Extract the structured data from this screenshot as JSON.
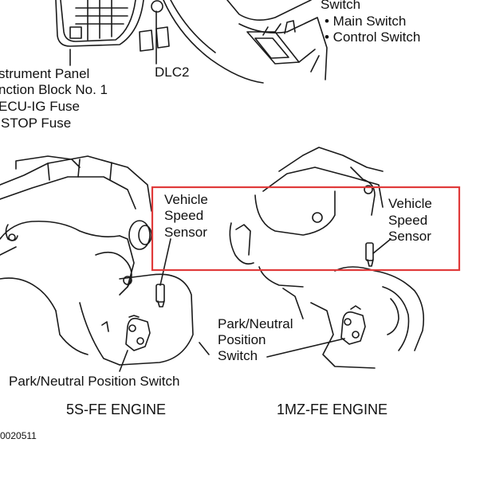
{
  "top_labels": {
    "switch_title": "Switch",
    "main_switch": "• Main Switch",
    "control_switch": "• Control Switch",
    "dlc2": "DLC2",
    "instrument_panel": "strument Panel",
    "junction_block": "nction Block No. 1",
    "ecu_ig_fuse": "ECU-IG Fuse",
    "stop_fuse": "STOP Fuse"
  },
  "left_engine": {
    "sensor_line1": "Vehicle",
    "sensor_line2": "Speed",
    "sensor_line3": "Sensor",
    "pn_switch": "Park/Neutral Position Switch",
    "engine_name": "5S-FE ENGINE"
  },
  "right_engine": {
    "sensor_line1": "Vehicle",
    "sensor_line2": "Speed",
    "sensor_line3": "Sensor",
    "pn_line1": "Park/Neutral",
    "pn_line2": "Position",
    "pn_line3": "Switch",
    "engine_name": "1MZ-FE ENGINE"
  },
  "figure_code": "0020511",
  "highlight": {
    "color": "#e03a3a"
  }
}
